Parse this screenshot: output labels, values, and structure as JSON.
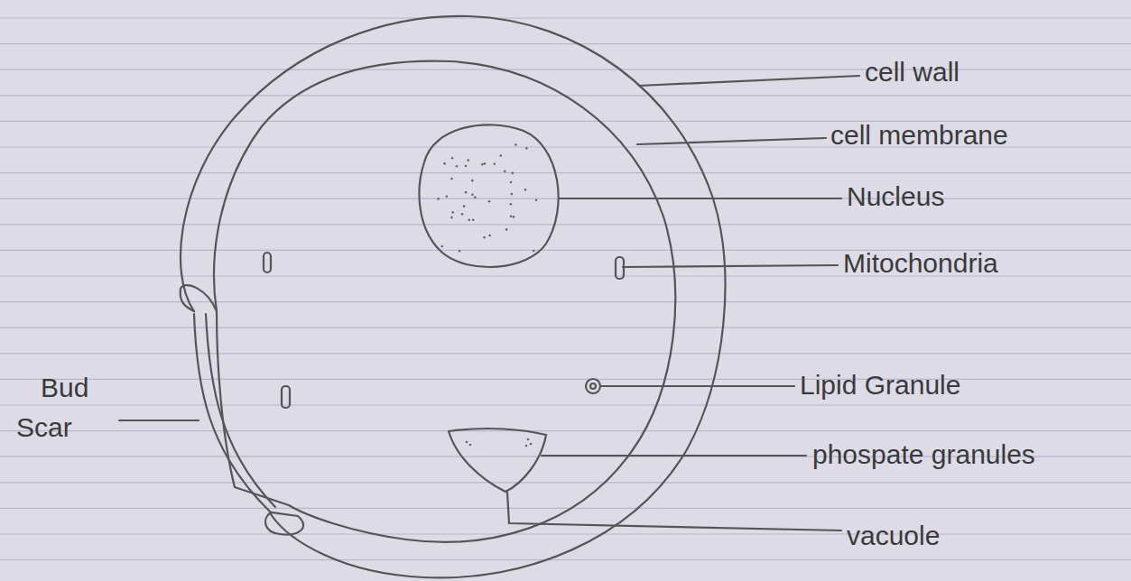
{
  "diagram": {
    "labels": [
      "cell wall",
      "cell membrane",
      "Nucleus",
      "Mitochondria",
      "Lipid Granule",
      "phospate granules",
      "vacuole",
      "Bud Scar"
    ]
  }
}
